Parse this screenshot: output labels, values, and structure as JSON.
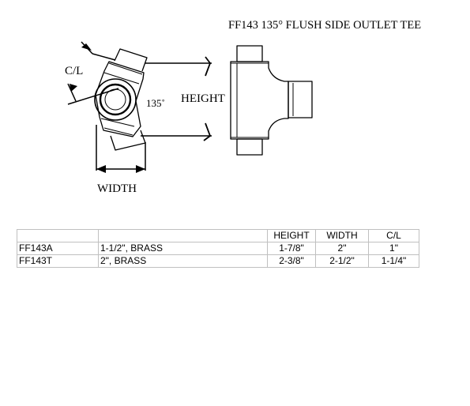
{
  "title": "FF143 135° FLUSH SIDE OUTLET TEE",
  "labels": {
    "centerline": "C/L",
    "angle": "135˚",
    "height": "HEIGHT",
    "width": "WIDTH"
  },
  "table": {
    "headers": [
      "",
      "",
      "HEIGHT",
      "WIDTH",
      "C/L"
    ],
    "rows": [
      [
        "FF143A",
        "1-1/2\", BRASS",
        "1-7/8\"",
        "2\"",
        "1\""
      ],
      [
        "FF143T",
        "2\", BRASS",
        "2-3/8\"",
        "2-1/2\"",
        "1-1/4\""
      ]
    ]
  }
}
